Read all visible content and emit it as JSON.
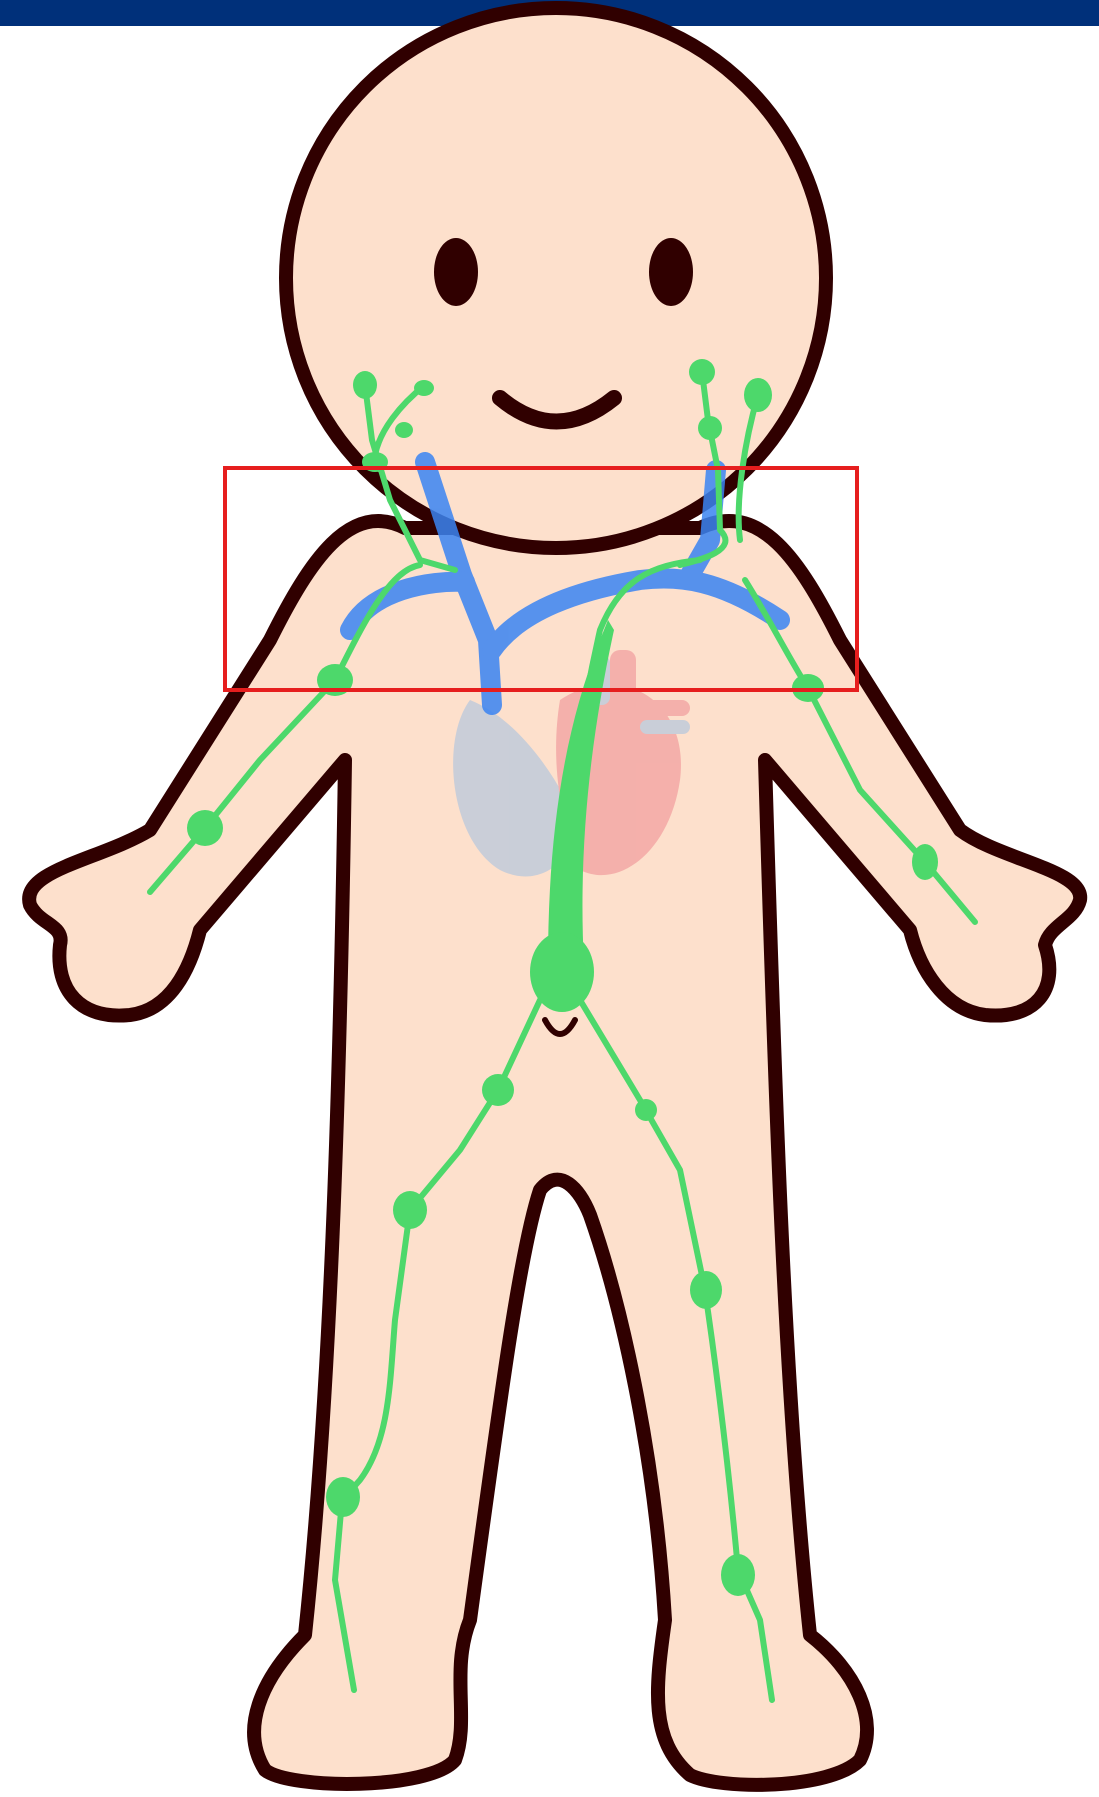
{
  "colors": {
    "top_bar": "#00307A",
    "skin": "#FDE0CC",
    "outline": "#300000",
    "lymph": "#4DD86B",
    "vein": "#3A84F2",
    "highlight_box": "#E61E1E",
    "heart_red": "#F2A0A0",
    "heart_blue": "#B8C8DC"
  },
  "diagram": {
    "subject": "child-body-outline",
    "systems": [
      "lymphatic-vessels",
      "lymph-nodes",
      "subclavian-veins",
      "heart"
    ],
    "highlight": "neck-and-shoulder-region"
  }
}
